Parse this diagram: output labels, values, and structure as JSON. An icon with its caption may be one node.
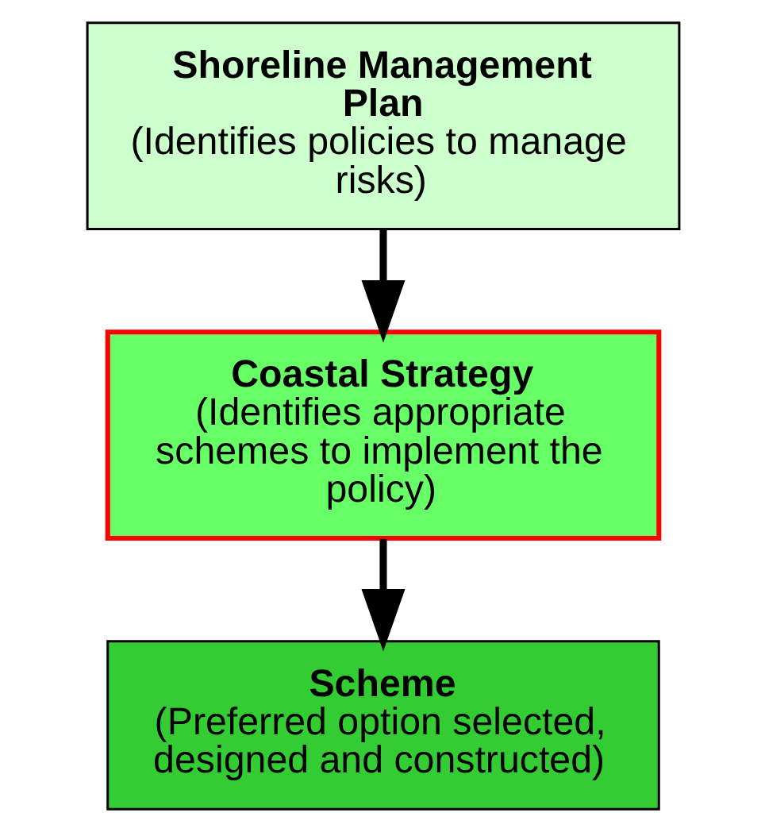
{
  "diagram": {
    "nodes": [
      {
        "text": [
          "Shoreline Management Plan",
          "(Identifies policies to manage risks)"
        ]
      },
      {
        "text": [
          "Coastal Strategy",
          "(Identifies appropriate schemes to implement the policy)"
        ]
      },
      {
        "text": [
          "Scheme",
          "(Preferred option selected, designed and constructed)"
        ]
      }
    ],
    "edges": [
      {
        "from": 0,
        "to": 1,
        "arrow": "to"
      },
      {
        "from": 1,
        "to": 2,
        "arrow": "to"
      }
    ]
  }
}
